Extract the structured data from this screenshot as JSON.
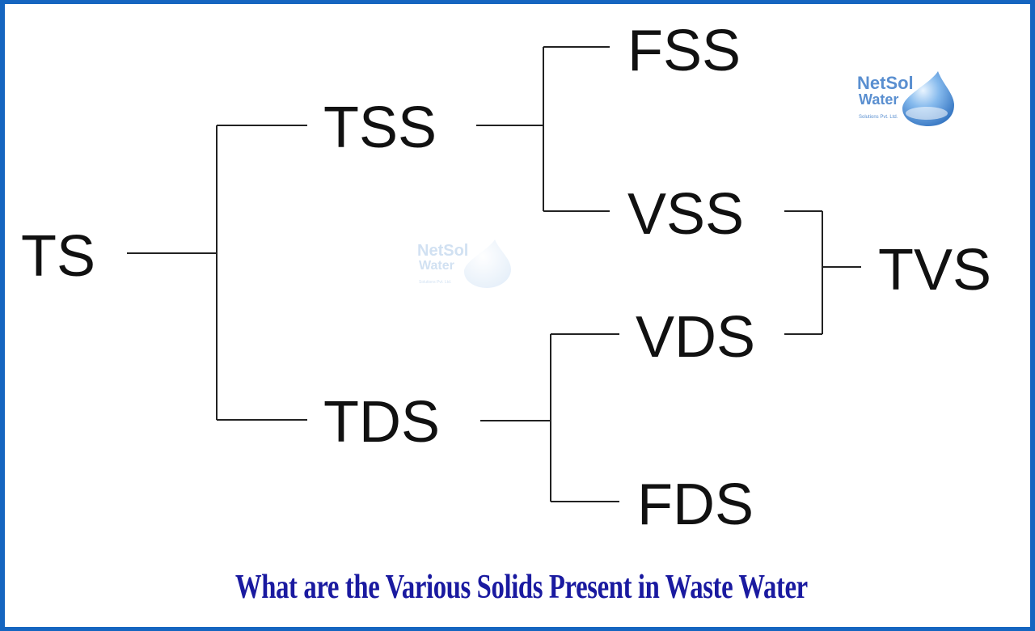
{
  "diagram": {
    "nodes": {
      "ts": "TS",
      "tss": "TSS",
      "tds": "TDS",
      "fss": "FSS",
      "vss": "VSS",
      "vds": "VDS",
      "fds": "FDS",
      "tvs": "TVS"
    }
  },
  "logo": {
    "line1": "NetSol",
    "line2": "Water",
    "line3": "Solutions Pvt. Ltd.",
    "accent_color": "#4a90d9",
    "icon": "water-drop-icon"
  },
  "caption": "What are the Various Solids Present in Waste Water",
  "colors": {
    "frame": "#1565c0",
    "caption": "#1a1aa0",
    "lines": "#222222"
  }
}
